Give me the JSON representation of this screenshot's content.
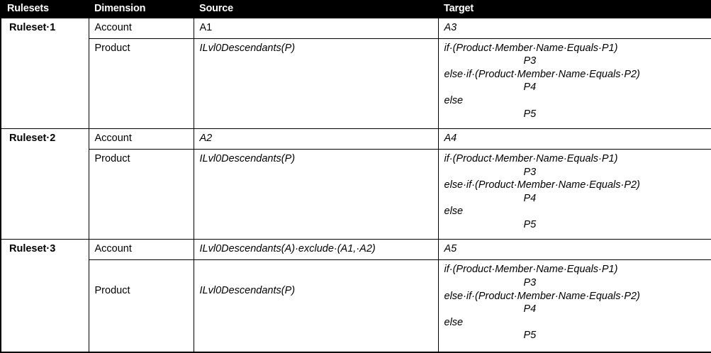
{
  "table": {
    "columns": [
      {
        "key": "rulesets",
        "label": "Rulesets"
      },
      {
        "key": "dimension",
        "label": "Dimension"
      },
      {
        "key": "source",
        "label": "Source"
      },
      {
        "key": "target",
        "label": "Target"
      }
    ],
    "header_background": "#000000",
    "header_text_color": "#ffffff",
    "border_color": "#000000",
    "rulesets": [
      {
        "label": "Ruleset·1",
        "rows": [
          {
            "dimension": "Account",
            "source": "A1",
            "target_lines": [
              {
                "text": "A3",
                "indent": false
              }
            ]
          },
          {
            "dimension": "Product",
            "source": "ILvl0Descendants(P)",
            "target_lines": [
              {
                "text": "if·(Product·Member·Name·Equals·P1)",
                "indent": false
              },
              {
                "text": "P3",
                "indent": true
              },
              {
                "text": "else·if·(Product·Member·Name·Equals·P2)",
                "indent": false
              },
              {
                "text": "P4",
                "indent": true
              },
              {
                "text": "else",
                "indent": false
              },
              {
                "text": "P5",
                "indent": true
              }
            ]
          }
        ]
      },
      {
        "label": "Ruleset·2",
        "rows": [
          {
            "dimension": "Account",
            "source": "A2",
            "target_lines": [
              {
                "text": "A4",
                "indent": false
              }
            ]
          },
          {
            "dimension": "Product",
            "source": "ILvl0Descendants(P)",
            "target_lines": [
              {
                "text": "if·(Product·Member·Name·Equals·P1)",
                "indent": false
              },
              {
                "text": "P3",
                "indent": true
              },
              {
                "text": "else·if·(Product·Member·Name·Equals·P2)",
                "indent": false
              },
              {
                "text": "P4",
                "indent": true
              },
              {
                "text": "else",
                "indent": false
              },
              {
                "text": "P5",
                "indent": true
              }
            ]
          }
        ]
      },
      {
        "label": "Ruleset·3",
        "rows": [
          {
            "dimension": "Account",
            "source": "ILvl0Descendants(A)·exclude·(A1,·A2)",
            "target_lines": [
              {
                "text": "A5",
                "indent": false
              }
            ]
          },
          {
            "dimension": "Product",
            "source": "ILvl0Descendants(P)",
            "target_lines": [
              {
                "text": "if·(Product·Member·Name·Equals·P1)",
                "indent": false
              },
              {
                "text": "P3",
                "indent": true
              },
              {
                "text": "else·if·(Product·Member·Name·Equals·P2)",
                "indent": false
              },
              {
                "text": "P4",
                "indent": true
              },
              {
                "text": "else",
                "indent": false
              },
              {
                "text": "P5",
                "indent": true
              }
            ]
          }
        ]
      }
    ]
  }
}
